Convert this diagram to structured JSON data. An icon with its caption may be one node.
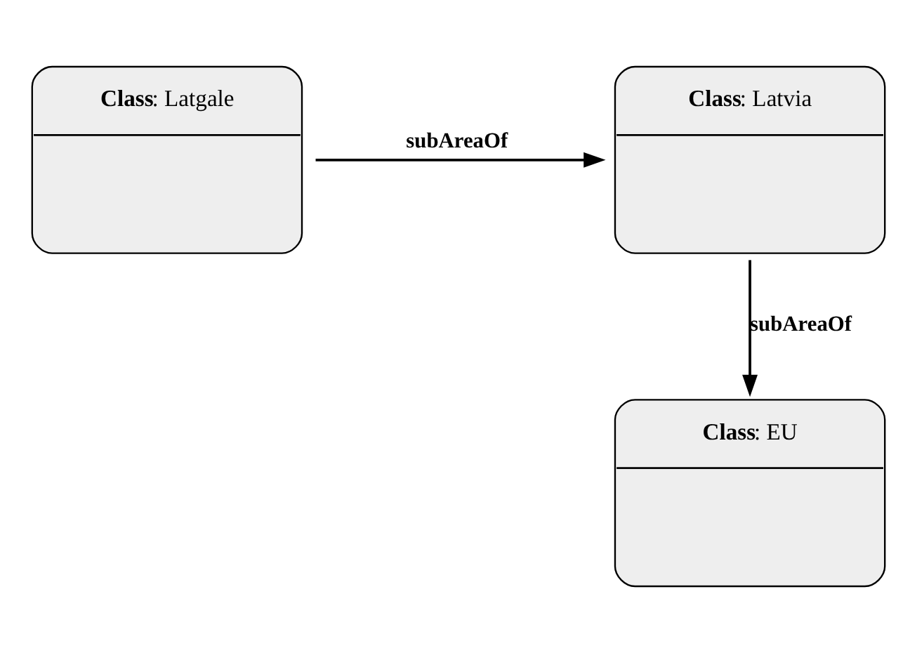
{
  "diagram": {
    "nodes": [
      {
        "text": [
          "**Class**: Latgale"
        ]
      },
      {
        "text": [
          "**Class**: Latvia"
        ]
      },
      {
        "text": [
          "**Class**: EU"
        ]
      }
    ],
    "edges": [
      {
        "from": 0,
        "to": 1,
        "arrow": "to",
        "label": "subAreaOf"
      },
      {
        "from": 1,
        "to": 2,
        "arrow": "to",
        "label": "subAreaOf"
      }
    ]
  }
}
